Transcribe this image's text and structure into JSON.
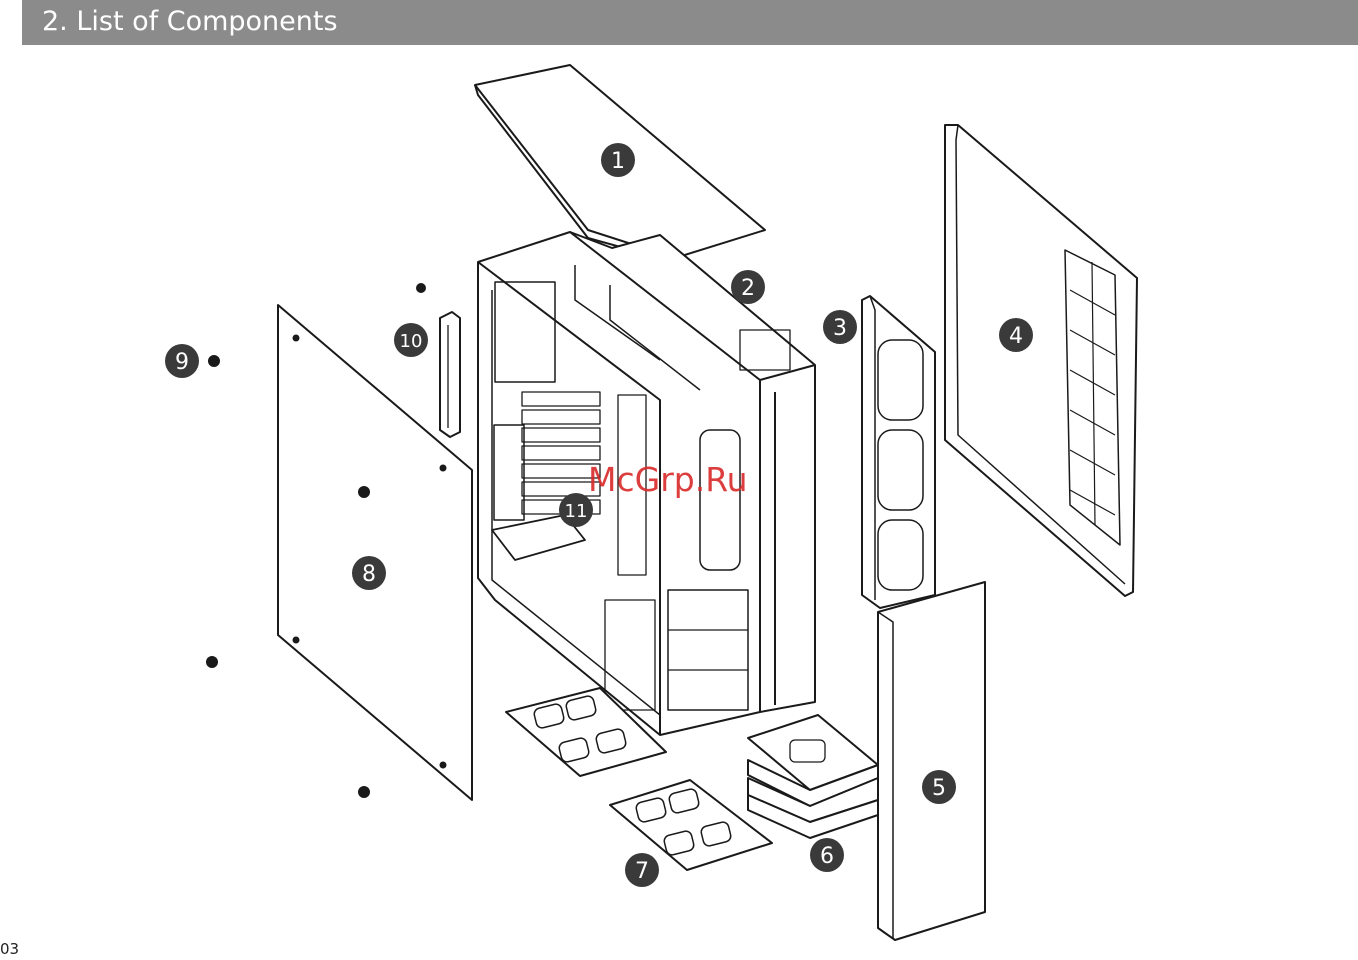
{
  "header": {
    "title": "2. List of Components"
  },
  "page_number": "03",
  "watermark": "McGrp.Ru",
  "colors": {
    "header_bg": "#8c8b8b",
    "badge_bg": "#3a3a3a",
    "watermark": "#d92a2a"
  },
  "badges": [
    {
      "id": "1",
      "label": "1"
    },
    {
      "id": "2",
      "label": "2"
    },
    {
      "id": "3",
      "label": "3"
    },
    {
      "id": "4",
      "label": "4"
    },
    {
      "id": "5",
      "label": "5"
    },
    {
      "id": "6",
      "label": "6"
    },
    {
      "id": "7",
      "label": "7"
    },
    {
      "id": "8",
      "label": "8"
    },
    {
      "id": "9",
      "label": "9"
    },
    {
      "id": "10",
      "label": "10"
    },
    {
      "id": "11",
      "label": "11"
    }
  ]
}
